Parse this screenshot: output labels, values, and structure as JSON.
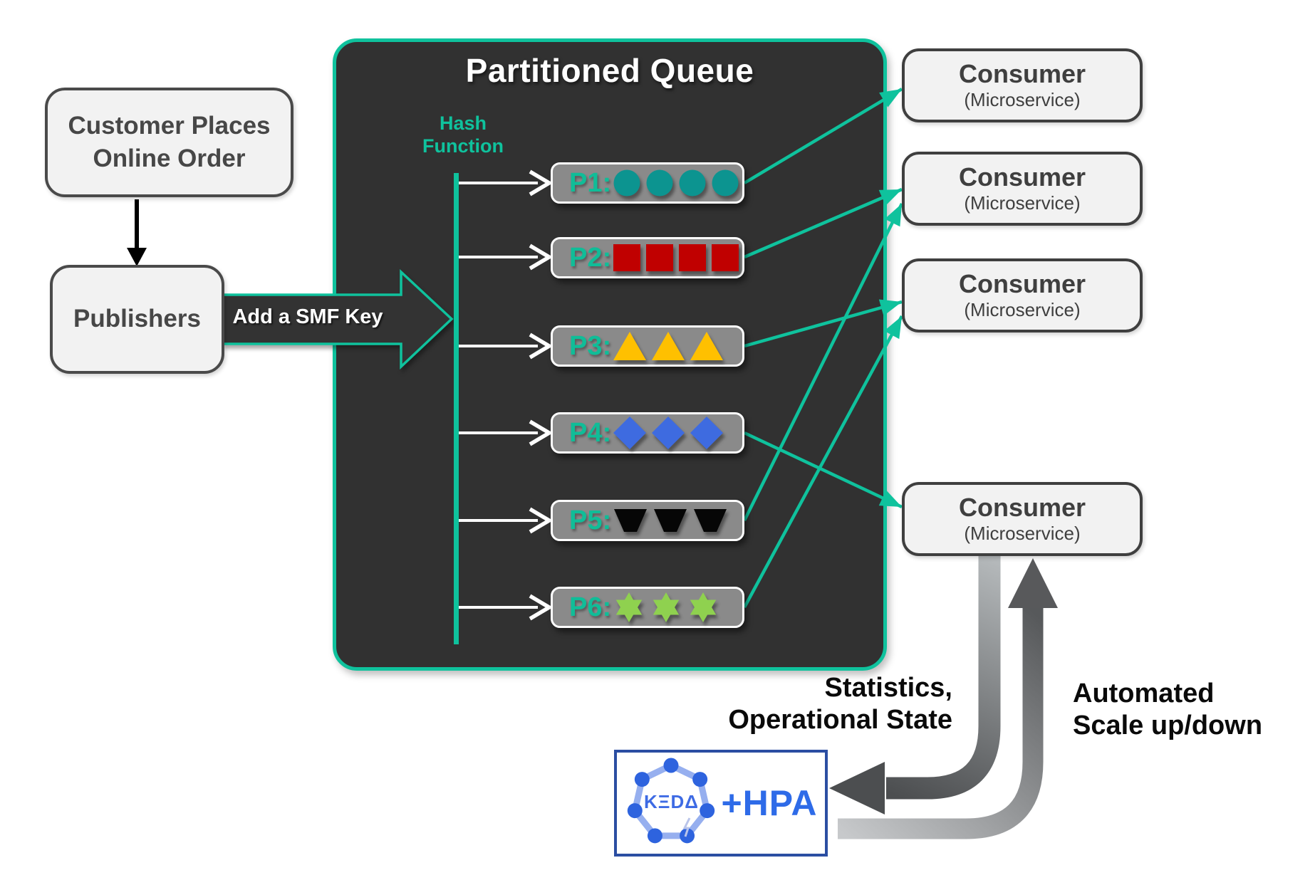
{
  "colors": {
    "accent": "#0FC29D",
    "dark_panel": "#313131",
    "partition_fill": "#8A8A8A",
    "keda_blue": "#2E63DE",
    "hpa_blue": "#2E6BE8"
  },
  "customer_box": {
    "label": "Customer Places\nOnline Order"
  },
  "publishers_box": {
    "label": "Publishers"
  },
  "smf_arrow": {
    "label": "Add a SMF Key"
  },
  "queue": {
    "title": "Partitioned Queue",
    "hash_label": "Hash\nFunction",
    "partitions": [
      {
        "id": "P1:",
        "shape": "circle",
        "count": 4,
        "color": "#0C9490",
        "consumer": 0
      },
      {
        "id": "P2:",
        "shape": "square",
        "count": 4,
        "color": "#C00000",
        "consumer": 1
      },
      {
        "id": "P3:",
        "shape": "triangle",
        "count": 3,
        "color": "#FFC000",
        "consumer": 2
      },
      {
        "id": "P4:",
        "shape": "diamond",
        "count": 3,
        "color": "#3E6BE0",
        "consumer": 3
      },
      {
        "id": "P5:",
        "shape": "trapezoid",
        "count": 3,
        "color": "#060606",
        "consumer": 1
      },
      {
        "id": "P6:",
        "shape": "star6",
        "count": 3,
        "color": "#8FD14F",
        "consumer": 2
      }
    ]
  },
  "consumers": [
    {
      "title": "Consumer",
      "subtitle": "(Microservice)"
    },
    {
      "title": "Consumer",
      "subtitle": "(Microservice)"
    },
    {
      "title": "Consumer",
      "subtitle": "(Microservice)"
    },
    {
      "title": "Consumer",
      "subtitle": "(Microservice)"
    }
  ],
  "scaling": {
    "stats_label": "Statistics,\nOperational State",
    "scale_label": "Automated\nScale up/down",
    "keda_text": "KΞDΔ",
    "hpa_text": "+HPA"
  }
}
